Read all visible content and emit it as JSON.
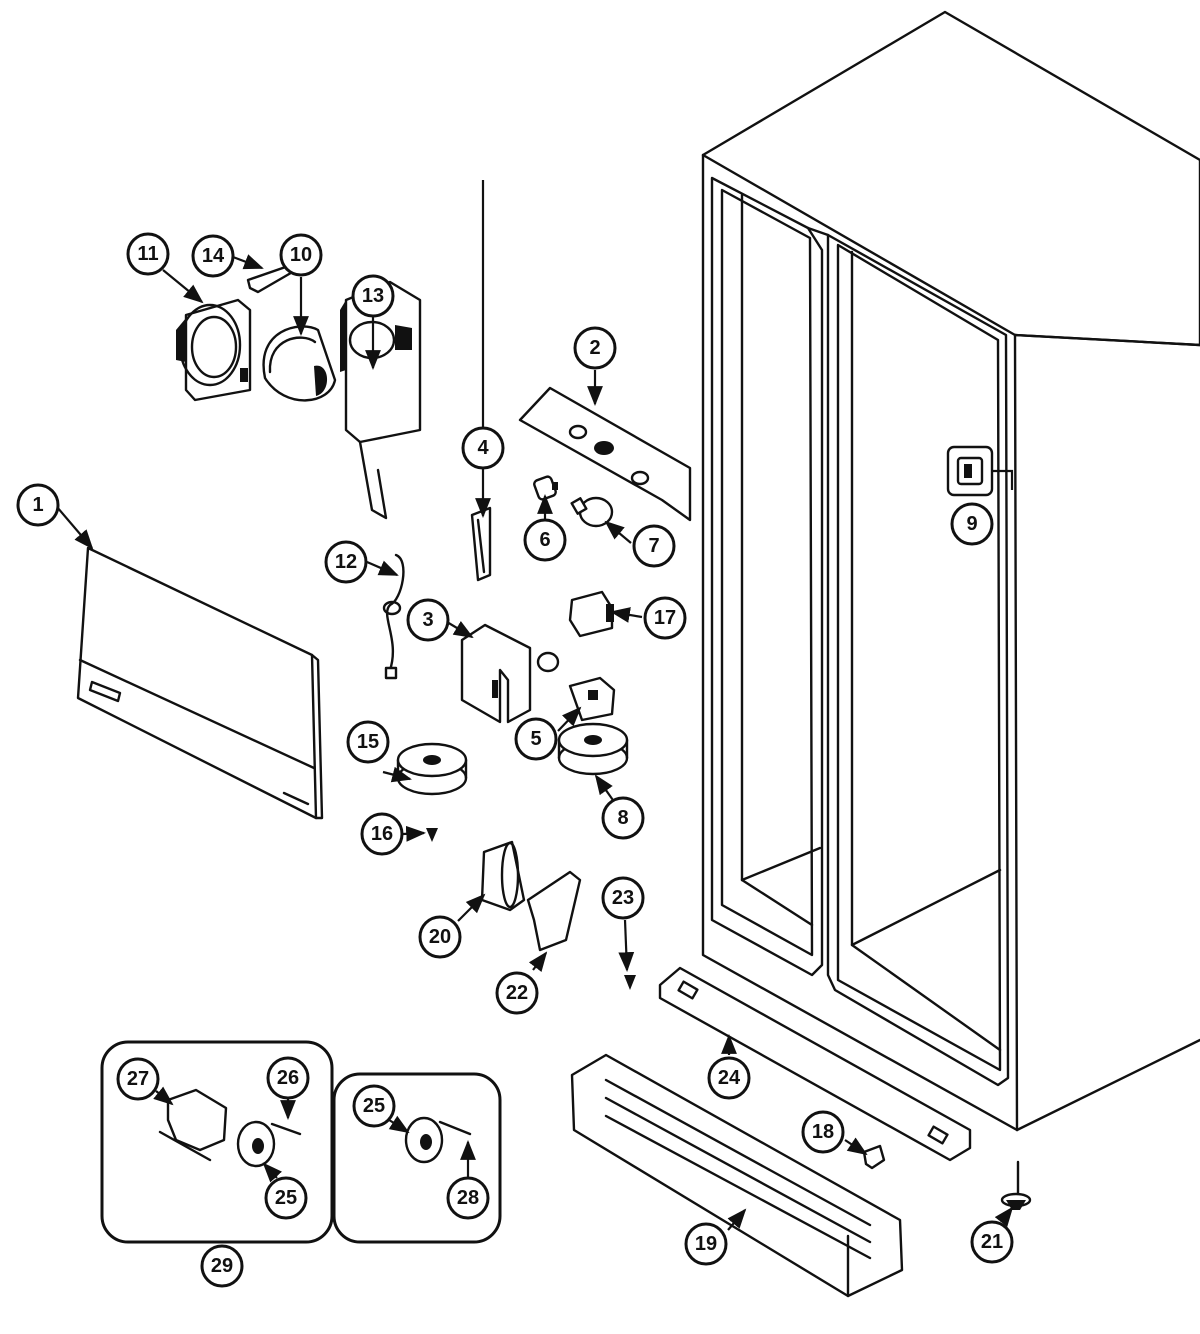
{
  "callouts": {
    "c1": "1",
    "c2": "2",
    "c3": "3",
    "c4": "4",
    "c5": "5",
    "c6": "6",
    "c7": "7",
    "c8": "8",
    "c9": "9",
    "c10": "10",
    "c11": "11",
    "c12": "12",
    "c13": "13",
    "c14": "14",
    "c15": "15",
    "c16": "16",
    "c17": "17",
    "c18": "18",
    "c19": "19",
    "c20": "20",
    "c21": "21",
    "c22": "22",
    "c23": "23",
    "c24": "24",
    "c25a": "25",
    "c25b": "25",
    "c26": "26",
    "c27": "27",
    "c28": "28",
    "c29": "29"
  }
}
